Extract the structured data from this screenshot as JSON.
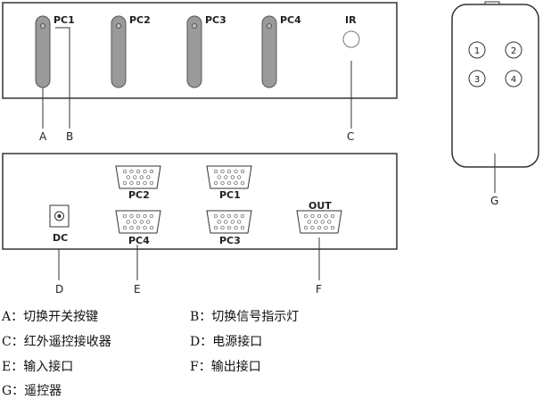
{
  "front_panel": {
    "switch_labels": [
      "PC1",
      "PC2",
      "PC3",
      "PC4"
    ],
    "ir_label": "IR"
  },
  "rear_panel": {
    "dc_label": "DC",
    "input_labels_top": [
      "PC2",
      "PC1"
    ],
    "input_labels_bottom": [
      "PC4",
      "PC3"
    ],
    "out_label": "OUT"
  },
  "remote": {
    "buttons": [
      "1",
      "2",
      "3",
      "4"
    ]
  },
  "callouts": [
    "A",
    "B",
    "C",
    "D",
    "E",
    "F",
    "G"
  ],
  "legend": [
    "A：切换开关按键",
    "B：切换信号指示灯",
    "C：红外遥控接收器",
    "D：电源接口",
    "E：输入接口",
    "F：输出接口",
    "G：遥控器"
  ]
}
